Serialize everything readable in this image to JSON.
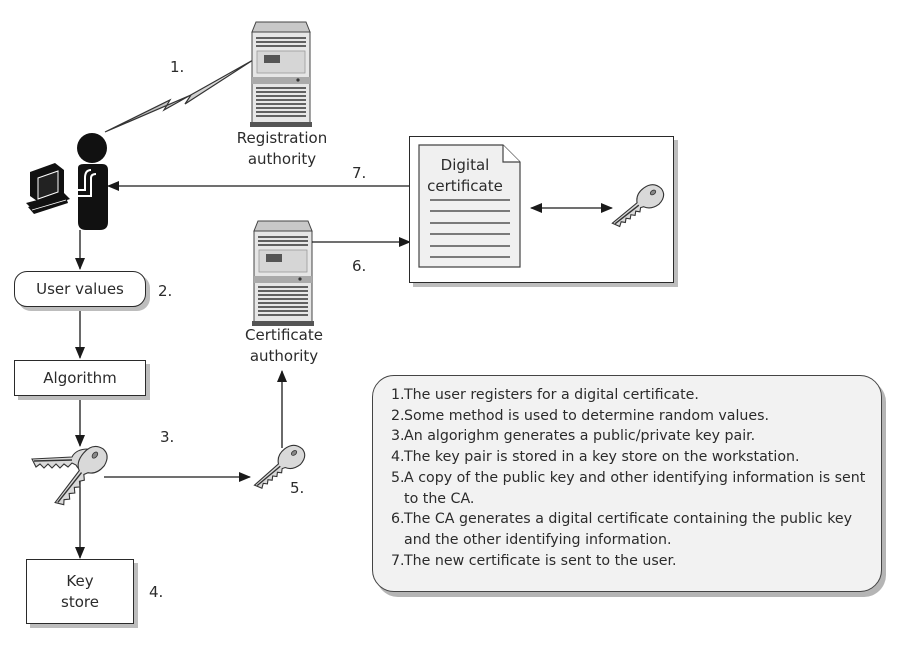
{
  "nodes": {
    "registration_authority": {
      "label_line1": "Registration",
      "label_line2": "authority"
    },
    "certificate_authority": {
      "label_line1": "Certificate",
      "label_line2": "authority"
    },
    "user_values": {
      "label": "User values"
    },
    "algorithm": {
      "label": "Algorithm"
    },
    "key_store": {
      "label_line1": "Key",
      "label_line2": "store"
    },
    "digital_certificate": {
      "label_line1": "Digital",
      "label_line2": "certificate"
    }
  },
  "step_markers": [
    "1.",
    "2.",
    "3.",
    "4.",
    "5.",
    "6.",
    "7."
  ],
  "legend": {
    "items": [
      {
        "num": "1.",
        "text": "The user registers for a digital certificate."
      },
      {
        "num": "2.",
        "text": "Some method is used to determine random values."
      },
      {
        "num": "3.",
        "text": "An algorighm generates a public/private key pair."
      },
      {
        "num": "4.",
        "text": "The key pair is stored in a key store on the workstation."
      },
      {
        "num": "5.",
        "text": "A copy of the public key and other identifying information is sent to the CA."
      },
      {
        "num": "6.",
        "text": "The CA generates a digital certificate containing the public key and the other identifying information."
      },
      {
        "num": "7.",
        "text": "The new certificate is sent to the user."
      }
    ]
  },
  "colors": {
    "line": "#1a1a1a",
    "server_body": "#e4e4e4",
    "server_dark": "#555555",
    "key_fill": "#d9d9d9",
    "legend_bg": "#f2f2f2",
    "shadow": "#bdbdbd"
  }
}
